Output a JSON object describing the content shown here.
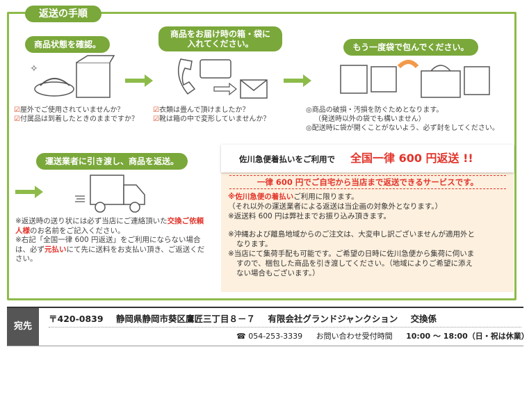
{
  "title": "返送の手順",
  "steps": [
    {
      "label": "商品状態を確認。",
      "notes": [
        "屋外でご使用されていませんか？",
        "付属品は到着したときのままですか？"
      ]
    },
    {
      "label_l1": "商品をお届け時の箱・袋に",
      "label_l2": "入れてください。",
      "notes": [
        "衣類は畳んで頂けましたか？",
        "靴は箱の中で変形していませんか？"
      ]
    },
    {
      "label": "もう一度袋で包んでください。",
      "notes": [
        "◎商品の破損・汚損を防ぐためとなります。",
        "（発送時以外の袋でも構いません）",
        "◎配送時に袋が開くことがないよう、必ず封をしてください。"
      ]
    },
    {
      "label": "運送業者に引き渡し、商品を返送。"
    }
  ],
  "left_note": {
    "l1a": "※返送時の送り状には必ず当店にご連絡頂いた",
    "l1b": "交換ご依頼人様",
    "l1c": "のお名前をご記入ください。",
    "l2a": "※右記「全国一律 600 円返送」をご利用にならない場合は、必ず",
    "l2b": "元払い",
    "l2c": "にて先に送料をお支払い頂き、ご返送ください。"
  },
  "shipping": {
    "lead": "佐川急便着払いをご利用で",
    "headline": "全国一律 600 円返送 !!",
    "subline": "一律 600 円でご自宅から当店まで返送できるサービスです。",
    "n1_red": "※佐川急便の着払い",
    "n1_rest": "ご利用に限ります。",
    "n2": "（それ以外の運送業者による返送は当企画の対象外となります。）",
    "n3": "※返送料 600 円は弊社までお振り込み頂きます。",
    "n4": "※沖縄および離島地域からのご注文は、大変申し訳ございませんが適用外と",
    "n4b": "なります。",
    "n5": "※当店にて集荷手配も可能です。ご希望の日時に佐川急便から集荷に伺いま",
    "n5b": "すので、梱包した商品を引き渡してください。（地域によりご希望に添え",
    "n5c": "ない場合もございます。）"
  },
  "address": {
    "label": "宛先",
    "postal": "〒420-0839",
    "addr": "静岡県静岡市葵区鷹匠三丁目８－７",
    "company": "有限会社グランドジャンクション",
    "dept": "交換係",
    "phone": "☎ 054-253-3339",
    "contact": "お問い合わせ受付時間",
    "hours": "10:00 〜 18:00（日・祝は休業）"
  },
  "colors": {
    "green": "#7aa83a",
    "red": "#e2342b",
    "beige": "#fdf0de"
  }
}
